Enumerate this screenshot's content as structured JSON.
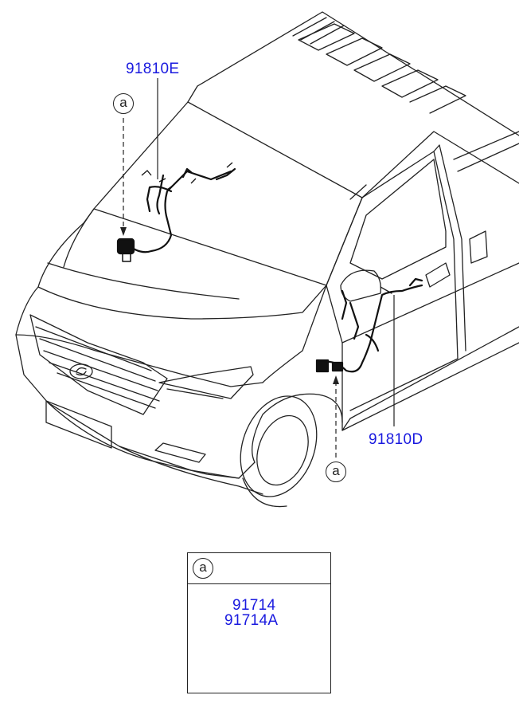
{
  "diagram": {
    "part_labels": {
      "top_harness": "91810E",
      "door_harness": "91810D",
      "detail_part_1": "91714",
      "detail_part_2": "91714A"
    },
    "callouts": {
      "top_ref": "a",
      "bottom_ref": "a",
      "detail_ref": "a"
    },
    "colors": {
      "label": "#1a1adf",
      "line": "#222222"
    }
  }
}
